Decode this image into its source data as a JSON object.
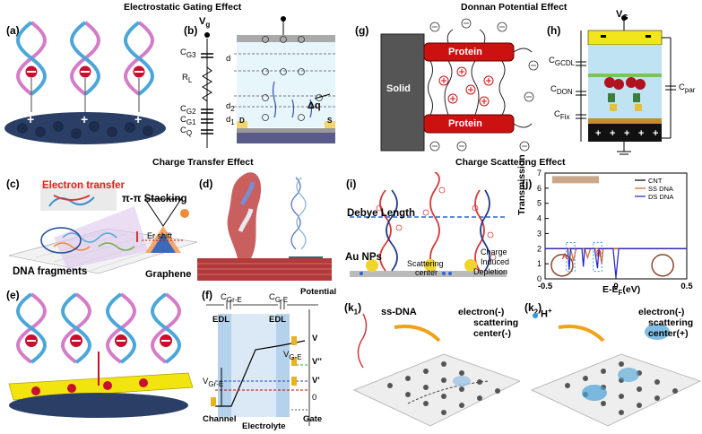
{
  "titles": {
    "electrostatic": "Electrostatic Gating Effect",
    "donnan": "Donnan Potential Effect",
    "charge_transfer": "Charge Transfer Effect",
    "charge_scattering": "Charge Scattering Effect"
  },
  "panel_labels": {
    "a": "(a)",
    "b": "(b)",
    "c": "(c)",
    "d": "(d)",
    "e": "(e)",
    "f": "(f)",
    "g": "(g)",
    "h": "(h)",
    "i": "(i)",
    "j": "(j)",
    "k1": "(k",
    "k1_sub": "1",
    "k1_close": ")",
    "k2": "(k",
    "k2_sub": "2",
    "k2_close": ")"
  },
  "panel_b": {
    "vg": "V",
    "vg_sub": "g",
    "cg3": "C",
    "cg3_sub": "G3",
    "rl": "R",
    "rl_sub": "L",
    "cg2": "C",
    "cg2_sub": "G2",
    "cg1": "C",
    "cg1_sub": "G1",
    "cq": "C",
    "cq_sub": "Q",
    "d": "d",
    "d2": "d",
    "d2_sub": "2",
    "d1": "d",
    "d1_sub": "1",
    "dq": "Δq",
    "D": "D",
    "S": "S"
  },
  "panel_g": {
    "solid": "Solid",
    "protein": "Protein"
  },
  "panel_h": {
    "vg": "V",
    "vg_sub": "G",
    "cgcdl": "C",
    "cgcdl_sub": "GCDL",
    "cdon": "C",
    "cdon_sub": "DON",
    "cfix": "C",
    "cfix_sub": "Fix",
    "cpar": "C",
    "cpar_sub": "par"
  },
  "panel_c": {
    "electron_transfer": "Electron transfer",
    "pi_stacking": "π-π Stacking",
    "er_shift": "Er shift",
    "dna_fragments": "DNA fragments",
    "graphene": "Graphene"
  },
  "panel_i": {
    "debye": "Debye Length",
    "au": "Au NPs",
    "scattering": "Scattering",
    "center": "center",
    "charge_induced": "Charge",
    "induced": "Induced",
    "depletion": "Depletion"
  },
  "panel_f": {
    "cgre": "C",
    "cgre_sub": "Gr-E",
    "cge": "C",
    "cge_sub": "G-E",
    "potential": "Potential",
    "edl1": "EDL",
    "edl2": "EDL",
    "v": "V",
    "vpp": "V''",
    "vp": "V'",
    "zero": "0",
    "vge": "V",
    "vge_sub": "G-E",
    "vgre": "V",
    "vgre_sub": "Gr-E",
    "channel": "Channel",
    "electrolyte": "Electrolyte",
    "gate": "Gate"
  },
  "panel_k": {
    "ssdna": "ss-DNA",
    "electron1": "electron(-)",
    "scattering1": "scattering",
    "center1": "center(-)",
    "hplus": "H",
    "hplus_sup": "+",
    "electron2": "electron(-)",
    "scattering2": "scattering",
    "center2": "center(+)"
  },
  "chart_data": {
    "type": "line",
    "xlabel": "E-E",
    "xlabel_sub": "F",
    "xlabel_unit": "(eV)",
    "ylabel": "Transmission",
    "xlim": [
      -0.5,
      0.5
    ],
    "ylim": [
      0,
      7
    ],
    "xticks": [
      "-0.5",
      "0",
      "0.5"
    ],
    "yticks": [
      "0",
      "1",
      "2",
      "3",
      "4",
      "5",
      "6",
      "7"
    ],
    "annotations": [
      "A",
      "B"
    ],
    "series": [
      {
        "name": "CNT",
        "color": "#000000",
        "x": [
          -0.5,
          -0.35,
          -0.2,
          -0.1,
          0,
          0.1,
          0.25,
          0.35,
          0.5
        ],
        "y": [
          2,
          2,
          2,
          2,
          2,
          2,
          2,
          2,
          2
        ]
      },
      {
        "name": "SS DNA",
        "color": "#e06020",
        "x": [
          -0.5,
          -0.4,
          -0.32,
          -0.3,
          -0.28,
          -0.22,
          -0.2,
          -0.18,
          -0.12,
          -0.1,
          -0.09,
          -0.05,
          0,
          0.2,
          0.5
        ],
        "y": [
          2,
          2,
          2,
          1.2,
          2,
          2,
          1.4,
          2,
          2,
          1.0,
          2,
          2,
          2,
          2,
          2
        ]
      },
      {
        "name": "DS DNA",
        "color": "#2020cc",
        "x": [
          -0.5,
          -0.34,
          -0.33,
          -0.32,
          -0.3,
          -0.24,
          -0.23,
          -0.22,
          -0.15,
          -0.13,
          -0.12,
          -0.1,
          -0.02,
          0,
          0.02,
          0.2,
          0.5
        ],
        "y": [
          2,
          2,
          0.6,
          2,
          2,
          2,
          0.8,
          2,
          2,
          0.7,
          2,
          2,
          2,
          0.1,
          2,
          2,
          2
        ]
      }
    ]
  },
  "colors": {
    "protein": "#cc1111",
    "solid": "#555555",
    "gate": "#f2e51c",
    "debye": "#2a62d8"
  }
}
